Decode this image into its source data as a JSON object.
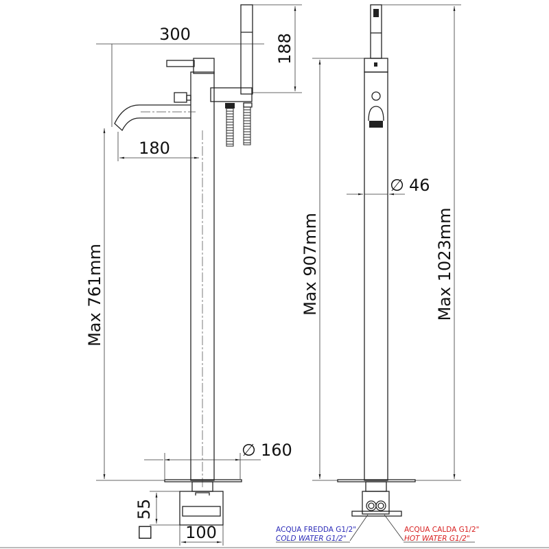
{
  "dimensions": {
    "width_total": "300",
    "shower_height": "188",
    "spout_reach": "180",
    "max_spout_height": "Max 761mm",
    "base_diameter_symbol": "∅",
    "base_diameter": "160",
    "box_height": "55",
    "box_square_symbol": "□",
    "box_width": "100",
    "column_diameter_symbol": "∅",
    "column_diameter": "46",
    "max_body_height": "Max 907mm",
    "max_total_height": "Max 1023mm"
  },
  "labels": {
    "cold_it": "ACQUA FREDDA G1/2\"",
    "cold_en": "COLD WATER G1/2\"",
    "hot_it": "ACQUA CALDA G1/2\"",
    "hot_en": "HOT WATER G1/2\""
  },
  "colors": {
    "cold": "#2a2ab8",
    "hot": "#d81e1e"
  }
}
